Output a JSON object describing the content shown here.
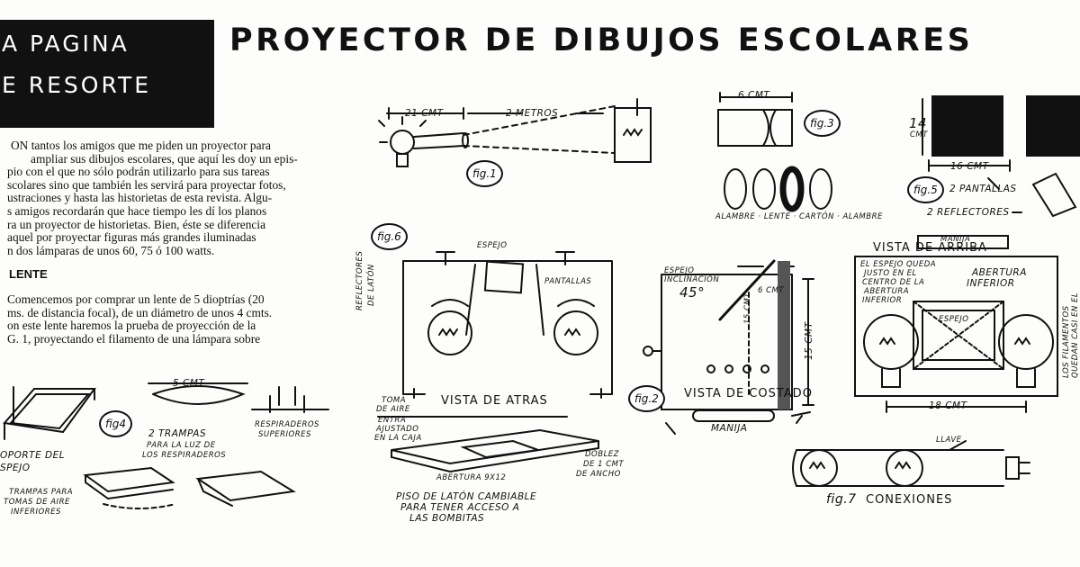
{
  "banner": {
    "line1": "A PAGINA",
    "line2": "E RESORTE"
  },
  "title": "PROYECTOR DE DIBUJOS ESCOLARES",
  "intro": [
    "ON tantos los amigos que me piden un proyector para",
    "ampliar sus dibujos escolares, que aquí les doy un epis-",
    "pio con el que no sólo podrán utilizarlo para sus tareas",
    "scolares sino que también les servirá para proyectar fotos,",
    "ustraciones y hasta las historietas de esta revista. Algu-",
    "s amigos recordarán que hace tiempo les dí los planos",
    "ra un proyector de historietas. Bien, éste se diferencia",
    "aquel por proyectar figuras más grandes iluminadas",
    "n dos lámparas de unos 60, 75 ó 100 watts."
  ],
  "section_heading": "LENTE",
  "lente_text": [
    "Comencemos por comprar un lente de 5 dioptrías (20",
    "ms. de distancia focal), de un diámetro de unos 4 cmts.",
    "on este lente haremos la prueba de proyección de la",
    "G. 1, proyectando el filamento de una lámpara sobre"
  ],
  "fig1": {
    "tag": "fig.1",
    "dist1": "21 CMT",
    "dist2": "2 METROS"
  },
  "fig3": {
    "tag": "fig.3",
    "width": "6 CMT",
    "parts": "ALAMBRE · LENTE · CARTÓN · ALAMBRE"
  },
  "fig5": {
    "tag": "fig.5",
    "height": "14",
    "height_unit": "CMT",
    "width": "16 CMT",
    "pantallas": "2 PANTALLAS",
    "reflectores": "2 REFLECTORES"
  },
  "fig4": {
    "tag": "fig4",
    "width": "5 CMT",
    "trampas": "2 TRAMPAS",
    "trampas_sub1": "PARA LA LUZ DE",
    "trampas_sub2": "LOS RESPIRADEROS",
    "respiraderos1": "RESPIRADEROS",
    "respiraderos2": "SUPERIORES",
    "soporte1": "OPORTE DEL",
    "soporte2": "SPEJO",
    "trampas_aire1": "TRAMPAS PARA",
    "trampas_aire2": "TOMAS DE AIRE",
    "trampas_aire3": "INFERIORES"
  },
  "fig6": {
    "tag": "fig.6",
    "espejo": "ESPEJO",
    "pantallas": "PANTALLAS",
    "reflectores1": "REFLECTORES",
    "reflectores2": "DE LATÓN",
    "vista": "VISTA DE ATRAS",
    "toma1": "TOMA",
    "toma2": "DE AIRE",
    "entra1": "ENTRA",
    "entra2": "AJUSTADO",
    "entra3": "EN LA CAJA",
    "doblez1": "DOBLEZ",
    "doblez2": "DE 1 CMT",
    "doblez3": "DE ANCHO",
    "abertura": "ABERTURA 9X12",
    "piso1": "PISO DE LATÓN CAMBIABLE",
    "piso2": "PARA TENER ACCESO A",
    "piso3": "LAS BOMBITAS"
  },
  "fig2": {
    "tag": "fig.2",
    "espejo1": "ESPEJO",
    "espejo2": "INCLINACIÓN",
    "angle": "45°",
    "six": "6 CMT",
    "fifteen": "15 CMT",
    "fifteen2": "15 CMT",
    "vista": "VISTA DE COSTADO",
    "manija": "MANIJA"
  },
  "arriba": {
    "manija": "MANIJA",
    "vista": "VISTA DE ARRIBA",
    "nota1": "EL ESPEJO QUEDA",
    "nota2": "JUSTO EN EL",
    "nota3": "CENTRO DE LA",
    "nota4": "ABERTURA",
    "nota5": "INFERIOR",
    "abertura1": "ABERTURA",
    "abertura2": "INFERIOR",
    "espejo": "ESPEJO",
    "width": "18 CMT",
    "side1": "LOS FILAMENTOS",
    "side2": "QUEDAN CASI EN EL"
  },
  "fig7": {
    "tag": "fig.7",
    "conexiones": "CONEXIONES",
    "llave": "LLAVE"
  }
}
